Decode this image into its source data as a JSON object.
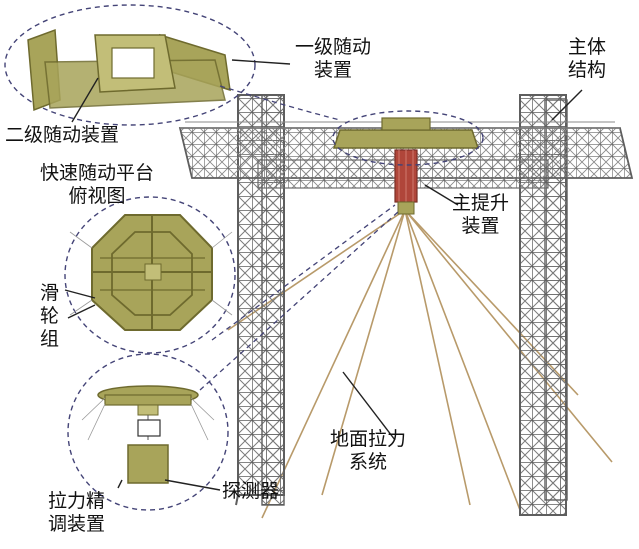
{
  "labels": {
    "level1_follow": "一级随动\n装置",
    "main_structure": "主体\n结构",
    "level2_follow": "二级随动装置",
    "fast_platform": "快速随动平台\n俯视图",
    "main_hoist": "主提升\n装置",
    "pulley_group": "滑\n轮\n组",
    "ground_tension": "地面拉力\n系统",
    "tension_adjust": "拉力精\n调装置",
    "detector": "探测器"
  },
  "colors": {
    "steel": "#8a8a8a",
    "steel_dark": "#5e5e5e",
    "platform_olive": "#a8a45a",
    "platform_dark": "#6e6a2e",
    "hoist_red": "#b0463a",
    "cable": "#b89a6a",
    "leader": "#222222",
    "ellipse": "#444477"
  }
}
